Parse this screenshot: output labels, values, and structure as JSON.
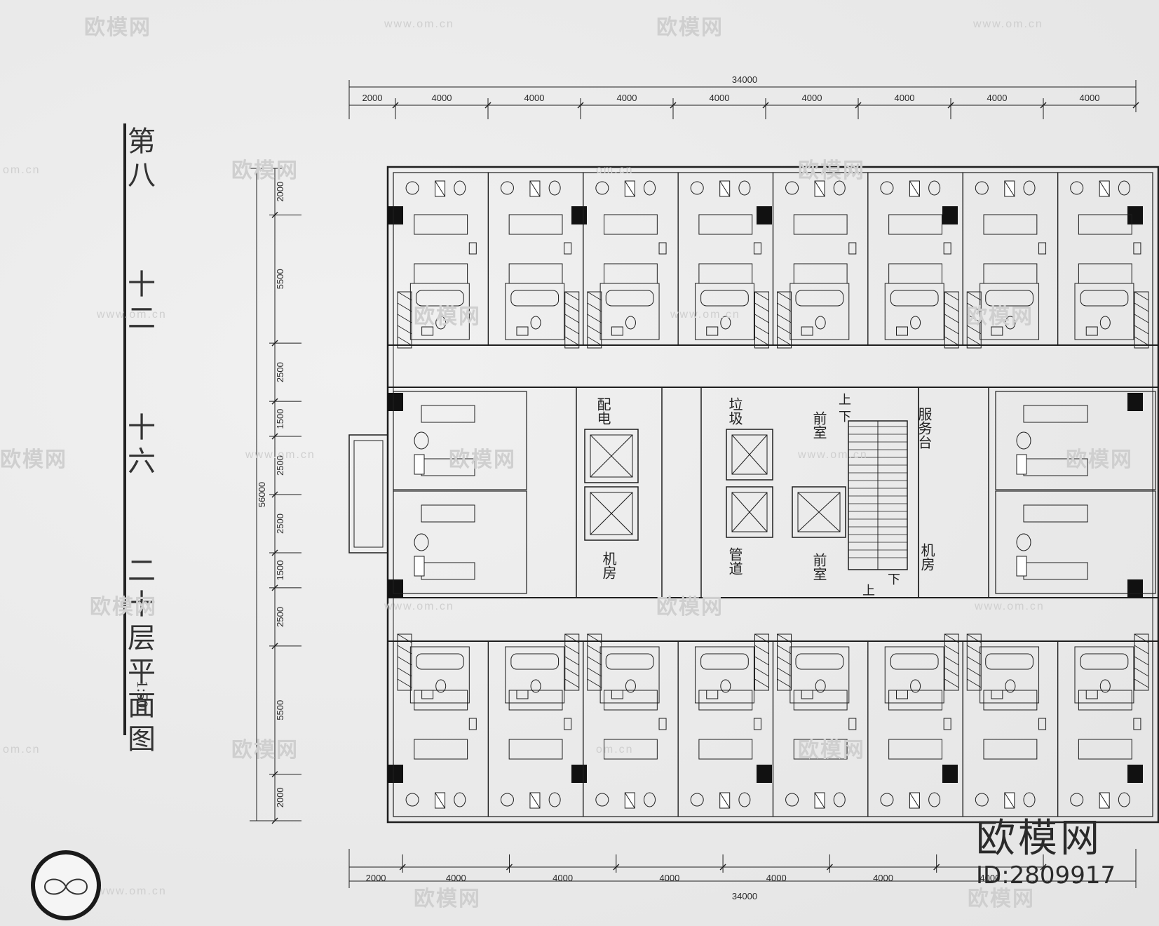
{
  "title": {
    "lines": [
      "第八",
      "十二",
      "十六",
      "二十层平面图"
    ],
    "scale": "1:50"
  },
  "dimensions": {
    "top_total": "34000",
    "top_segments": [
      "2000",
      "4000",
      "4000",
      "4000",
      "4000",
      "4000",
      "4000",
      "4000",
      "4000"
    ],
    "bottom_total": "34000",
    "bottom_segments": [
      "2000",
      "4000",
      "4000",
      "4000",
      "4000",
      "4000",
      "4000"
    ],
    "left_total": "56000",
    "left_segments": [
      "2000",
      "5500",
      "2500",
      "1500",
      "2500",
      "2500",
      "1500",
      "2500",
      "5500",
      "2000"
    ]
  },
  "room_labels": {
    "power_distribution": "配电",
    "garbage": "垃圾",
    "front_room_1": "前室",
    "service": "服务台",
    "front_room_2": "前室",
    "machine_room_left": "机房",
    "pipe_shaft": "管道",
    "machine_room_right": "机房",
    "stair_up_1": "上",
    "stair_down_1": "下",
    "stair_up_2": "上",
    "stair_down_2": "下"
  },
  "watermarks": {
    "brand_cn": "欧模网",
    "url": "www.om.cn",
    "domain_short": "om.cn"
  },
  "brand": {
    "name": "欧模网",
    "id": "ID:2809917"
  },
  "colors": {
    "line": "#1e1e1e",
    "paper": "#ececec",
    "watermark": "#cfcfcf"
  }
}
